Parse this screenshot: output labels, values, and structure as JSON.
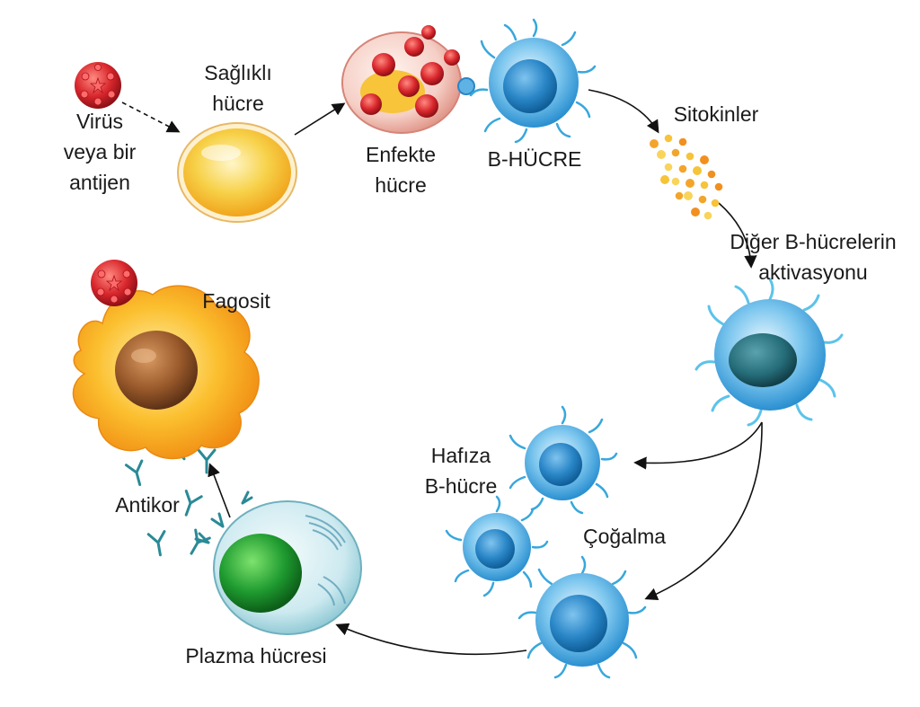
{
  "labels": {
    "virus": "Virüs\nveya bir\nantijen",
    "healthy_cell": "Sağlıklı\nhücre",
    "infected_cell": "Enfekte\nhücre",
    "b_cell": "B-HÜCRE",
    "cytokines": "Sitokinler",
    "activation": "Diğer B-hücrelerin\naktivasyonu",
    "memory_b_cell": "Hafıza\nB-hücre",
    "proliferation": "Çoğalma",
    "plasma_cell": "Plazma hücresi",
    "antibody": "Antikor",
    "phagocyte": "Fagosit"
  },
  "colors": {
    "virus": "#d8262c",
    "healthy_cell": "#f3c22e",
    "b_cell": "#2a8fd0",
    "b_cell_nucleus": "#0f5e98",
    "activated_nucleus": "#1d5b68",
    "cytokine": "#f3a52b",
    "plasma_cytoplasm": "#cdeaf0",
    "plasma_nucleus": "#1f9b30",
    "antibody": "#2a8a96",
    "phagocyte": "#f7a418",
    "phagocyte_nucleus": "#9a5a2b",
    "arrow": "#111111"
  }
}
